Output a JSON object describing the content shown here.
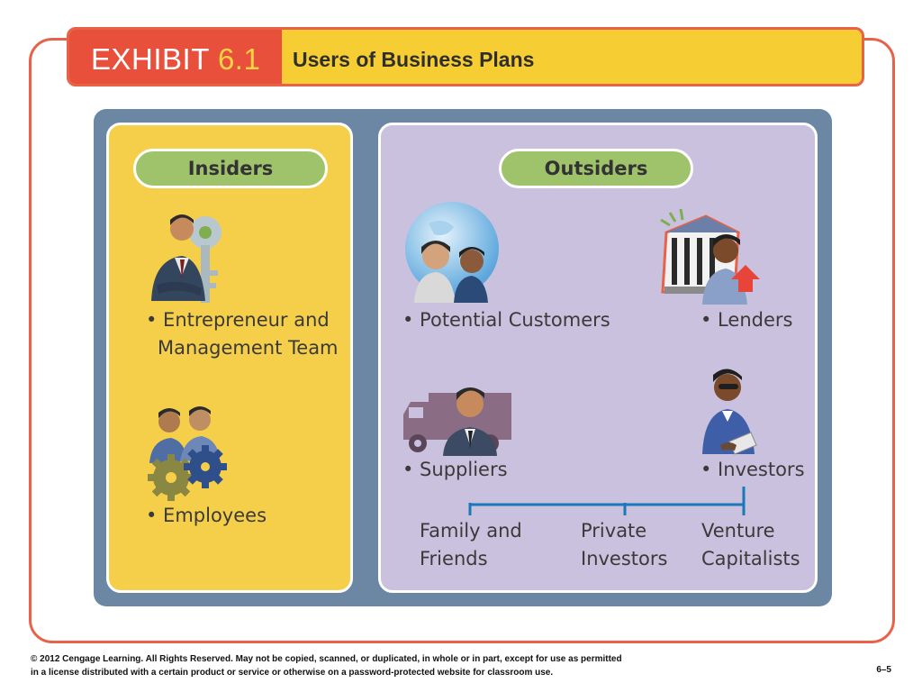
{
  "header": {
    "exhibit_word": "EXHIBIT",
    "exhibit_number": "6.1",
    "title": "Users of Business Plans"
  },
  "insiders": {
    "heading": "Insiders",
    "items": [
      {
        "line1": "• Entrepreneur and",
        "line2": "Management Team",
        "icon": "manager-key-icon"
      },
      {
        "line1": "• Employees",
        "icon": "employees-gears-icon"
      }
    ]
  },
  "outsiders": {
    "heading": "Outsiders",
    "items": [
      {
        "label": "• Potential Customers",
        "icon": "customers-globe-icon"
      },
      {
        "label": "• Lenders",
        "icon": "bank-lender-icon"
      },
      {
        "label": "• Suppliers",
        "icon": "supplier-truck-icon"
      },
      {
        "label": "• Investors",
        "icon": "investor-icon"
      }
    ],
    "investor_types": [
      {
        "line1": "Family and",
        "line2": "Friends"
      },
      {
        "line1": "Private",
        "line2": "Investors"
      },
      {
        "line1": "Venture",
        "line2": "Capitalists"
      }
    ]
  },
  "colors": {
    "frame": "#e8624a",
    "header_red": "#e8503c",
    "header_yellow": "#f6cd33",
    "diagram_bg": "#6b87a3",
    "insiders_panel": "#f6cf4a",
    "outsiders_panel": "#c9c1dd",
    "pill": "#9fc36b",
    "connector": "#1a78b8"
  },
  "footer": {
    "line1": "© 2012 Cengage Learning. All Rights Reserved. May not be copied, scanned, or duplicated, in whole or in part, except for use as permitted",
    "line2": "in a license distributed with a certain product or service or otherwise on a password-protected website for classroom use.",
    "page": "6–5"
  }
}
